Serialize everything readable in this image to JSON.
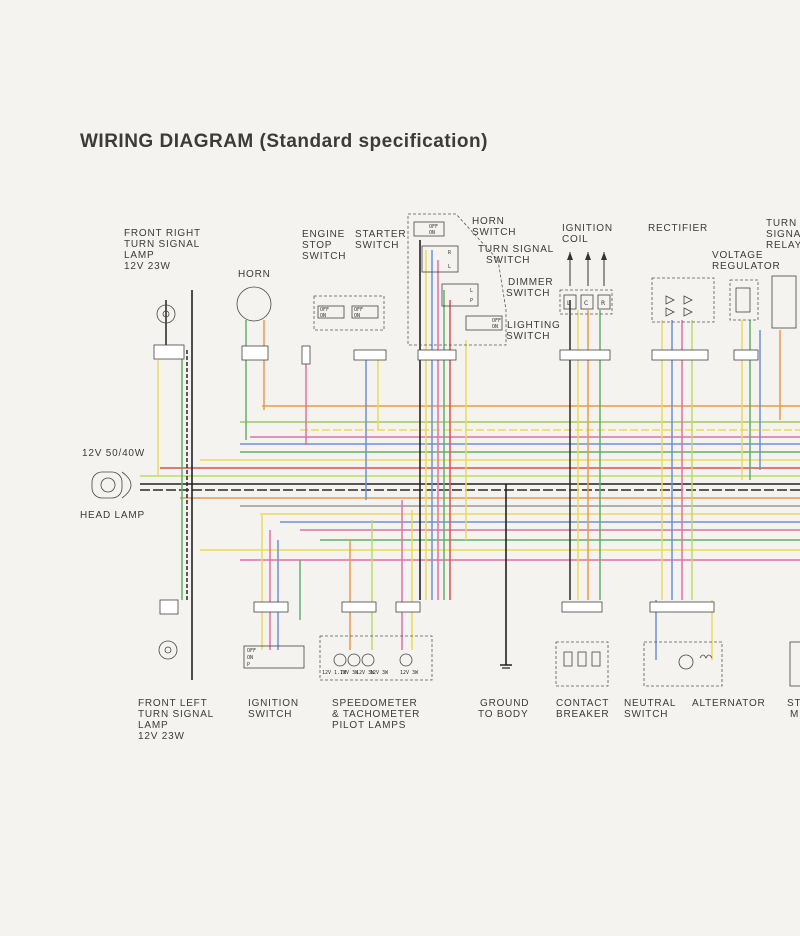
{
  "title": "WIRING DIAGRAM (Standard specification)",
  "labels": {
    "front_right": [
      "FRONT RIGHT",
      "TURN SIGNAL",
      "LAMP",
      "12V 23W"
    ],
    "horn": "HORN",
    "engine_stop": [
      "ENGINE",
      "STOP",
      "SWITCH"
    ],
    "starter": [
      "STARTER",
      "SWITCH"
    ],
    "horn_switch": [
      "HORN",
      "SWITCH"
    ],
    "turn_signal_switch": [
      "TURN SIGNAL",
      "SWITCH"
    ],
    "dimmer_switch": [
      "DIMMER",
      "SWITCH"
    ],
    "lighting_switch": [
      "LIGHTING",
      "SWITCH"
    ],
    "ignition_coil": [
      "IGNITION",
      "COIL"
    ],
    "rectifier": "RECTIFIER",
    "voltage_regulator": [
      "VOLTAGE",
      "REGULATOR"
    ],
    "turn_signal_relay": [
      "TURN",
      "SIGNAL",
      "RELAY"
    ],
    "head_lamp_rating": "12V 50/40W",
    "head_lamp": "HEAD LAMP",
    "front_left": [
      "FRONT LEFT",
      "TURN SIGNAL",
      "LAMP",
      "12V 23W"
    ],
    "ignition_switch": [
      "IGNITION",
      "SWITCH"
    ],
    "speedometer": [
      "SPEEDOMETER",
      "& TACHOMETER",
      "PILOT LAMPS"
    ],
    "ground": [
      "GROUND",
      "TO BODY"
    ],
    "contact_breaker": [
      "CONTACT",
      "BREAKER"
    ],
    "neutral_switch": [
      "NEUTRAL",
      "SWITCH"
    ],
    "alternator": "ALTERNATOR",
    "right_edge": [
      "ST",
      "M"
    ],
    "coil_terminals": [
      "L",
      "C",
      "R"
    ],
    "pilot_lamps": [
      "12V 1.7W",
      "12V 3W",
      "12V 3W",
      "12V 3W",
      "12V 3W"
    ],
    "switch_off": "OFF",
    "switch_on": "ON",
    "switch_p": "P"
  },
  "wire_colors": {
    "black": "#2a2a2a",
    "yellow": "#e9d95a",
    "green": "#63b06a",
    "orange": "#e89a4c",
    "pink": "#e070a8",
    "blue": "#6e8fd6",
    "red": "#d9534f",
    "lightgreen": "#b9dc6a",
    "brown": "#b88a5a",
    "grey": "#999999"
  }
}
